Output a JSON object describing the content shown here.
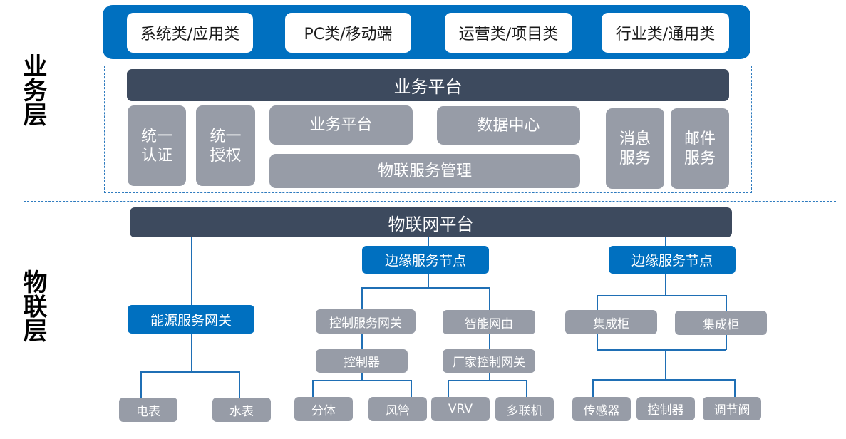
{
  "layers": {
    "business": "业务层",
    "iot": "物联层"
  },
  "apps": [
    "系统类/应用类",
    "PC类/移动端",
    "运营类/项目类",
    "行业类/通用类"
  ],
  "business_layer": {
    "platform_bar": "业务平台",
    "auth": "统一\n认证",
    "authorize": "统一\n授权",
    "biz_platform": "业务平台",
    "data_center": "数据中心",
    "iot_service_mgmt": "物联服务管理",
    "message_service": "消息\n服务",
    "mail_service": "邮件\n服务"
  },
  "iot_layer": {
    "platform_bar": "物联网平台",
    "energy_gateway": {
      "label": "能源服务网关",
      "children": [
        "电表",
        "水表"
      ]
    },
    "edge_node_1": {
      "label": "边缘服务节点",
      "control_gateway": {
        "label": "控制服务网关",
        "controller": "控制器",
        "children": [
          "分体",
          "风管"
        ]
      },
      "smart_router": {
        "label": "智能网由",
        "vendor_gateway": "厂家控制网关",
        "children": [
          "VRV",
          "多联机"
        ]
      }
    },
    "edge_node_2": {
      "label": "边缘服务节点",
      "cabinets": [
        "集成柜",
        "集成柜"
      ],
      "children": [
        "传感器",
        "控制器",
        "调节阀"
      ]
    }
  }
}
